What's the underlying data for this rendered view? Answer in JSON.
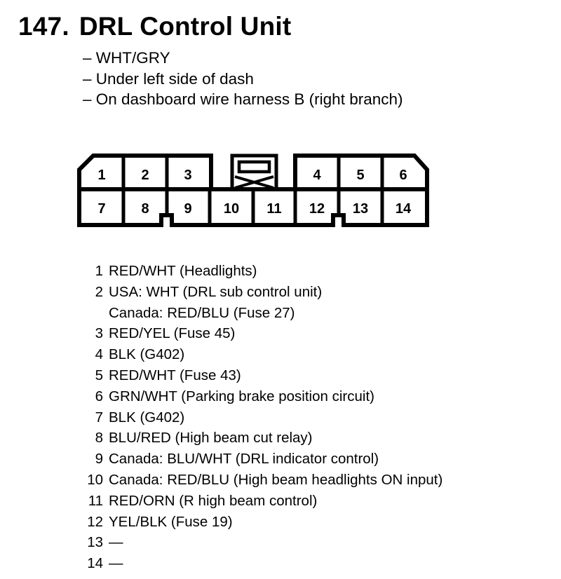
{
  "header": {
    "number": "147.",
    "title": "DRL Control Unit"
  },
  "info": [
    "– WHT/GRY",
    "– Under left side of dash",
    "– On dashboard wire harness B (right branch)"
  ],
  "connector": {
    "top_pins": [
      "1",
      "2",
      "3",
      "4",
      "5",
      "6"
    ],
    "bottom_pins": [
      "7",
      "8",
      "9",
      "10",
      "11",
      "12",
      "13",
      "14"
    ]
  },
  "pins": [
    {
      "num": "1",
      "desc": "RED/WHT (Headlights)"
    },
    {
      "num": "2",
      "desc": "USA: WHT (DRL sub control unit)"
    },
    {
      "num": "",
      "desc": "Canada: RED/BLU (Fuse 27)"
    },
    {
      "num": "3",
      "desc": "RED/YEL (Fuse 45)"
    },
    {
      "num": "4",
      "desc": "BLK (G402)"
    },
    {
      "num": "5",
      "desc": "RED/WHT (Fuse 43)"
    },
    {
      "num": "6",
      "desc": "GRN/WHT (Parking brake position circuit)"
    },
    {
      "num": "7",
      "desc": "BLK (G402)"
    },
    {
      "num": "8",
      "desc": "BLU/RED (High beam cut relay)"
    },
    {
      "num": "9",
      "desc": "Canada: BLU/WHT (DRL indicator control)"
    },
    {
      "num": "10",
      "desc": "Canada: RED/BLU (High beam headlights ON input)"
    },
    {
      "num": "11",
      "desc": "RED/ORN (R high beam control)"
    },
    {
      "num": "12",
      "desc": "YEL/BLK (Fuse 19)"
    },
    {
      "num": "13",
      "desc": "—"
    },
    {
      "num": "14",
      "desc": "—"
    }
  ]
}
